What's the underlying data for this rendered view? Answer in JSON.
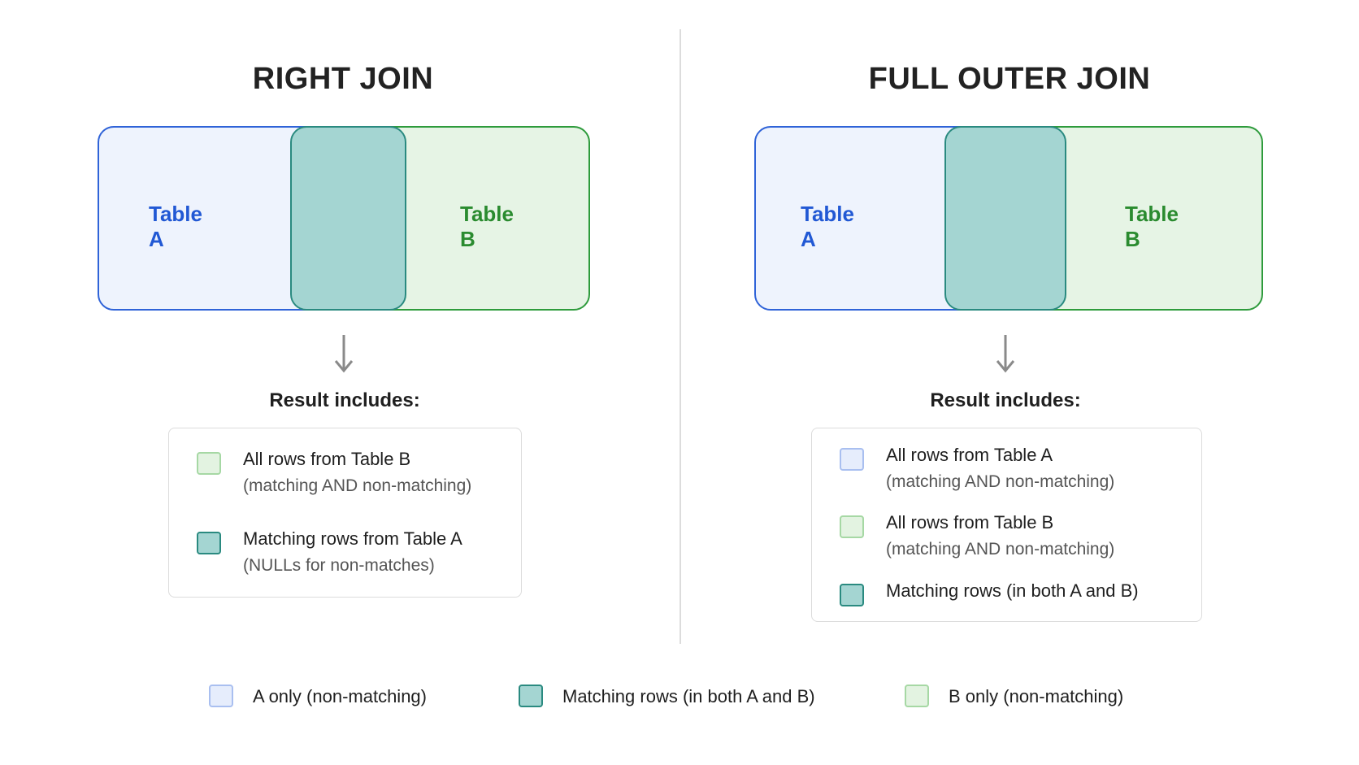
{
  "right_join": {
    "title": "RIGHT JOIN",
    "table_a": "Table A",
    "table_b": "Table B",
    "result_title": "Result includes:",
    "items": [
      {
        "main": "All rows from Table B",
        "sub": "(matching AND non-matching)",
        "swatch": "B only"
      },
      {
        "main": "Matching rows from Table A",
        "sub": "(NULLs for non-matches)",
        "swatch": "matching"
      }
    ]
  },
  "full_outer_join": {
    "title": "FULL OUTER JOIN",
    "table_a": "Table A",
    "table_b": "Table B",
    "result_title": "Result includes:",
    "items": [
      {
        "main": "All rows from Table A",
        "sub": "(matching AND non-matching)",
        "swatch": "A only"
      },
      {
        "main": "All rows from Table B",
        "sub": "(matching AND non-matching)",
        "swatch": "B only"
      },
      {
        "main": "Matching rows (in both A and B)",
        "sub": "",
        "swatch": "matching"
      }
    ]
  },
  "legend": [
    {
      "label": "A only (non-matching)",
      "swatch": "A only"
    },
    {
      "label": "Matching rows (in both A and B)",
      "swatch": "matching"
    },
    {
      "label": "B only (non-matching)",
      "swatch": "B only"
    }
  ],
  "colors": {
    "table_a_fill": "#eef3fd",
    "table_a_border": "#2f63d8",
    "table_b_fill": "#e6f4e5",
    "table_b_border": "#2e9b3c",
    "match_fill": "#a4d5d2",
    "match_border": "#2a8a80"
  }
}
